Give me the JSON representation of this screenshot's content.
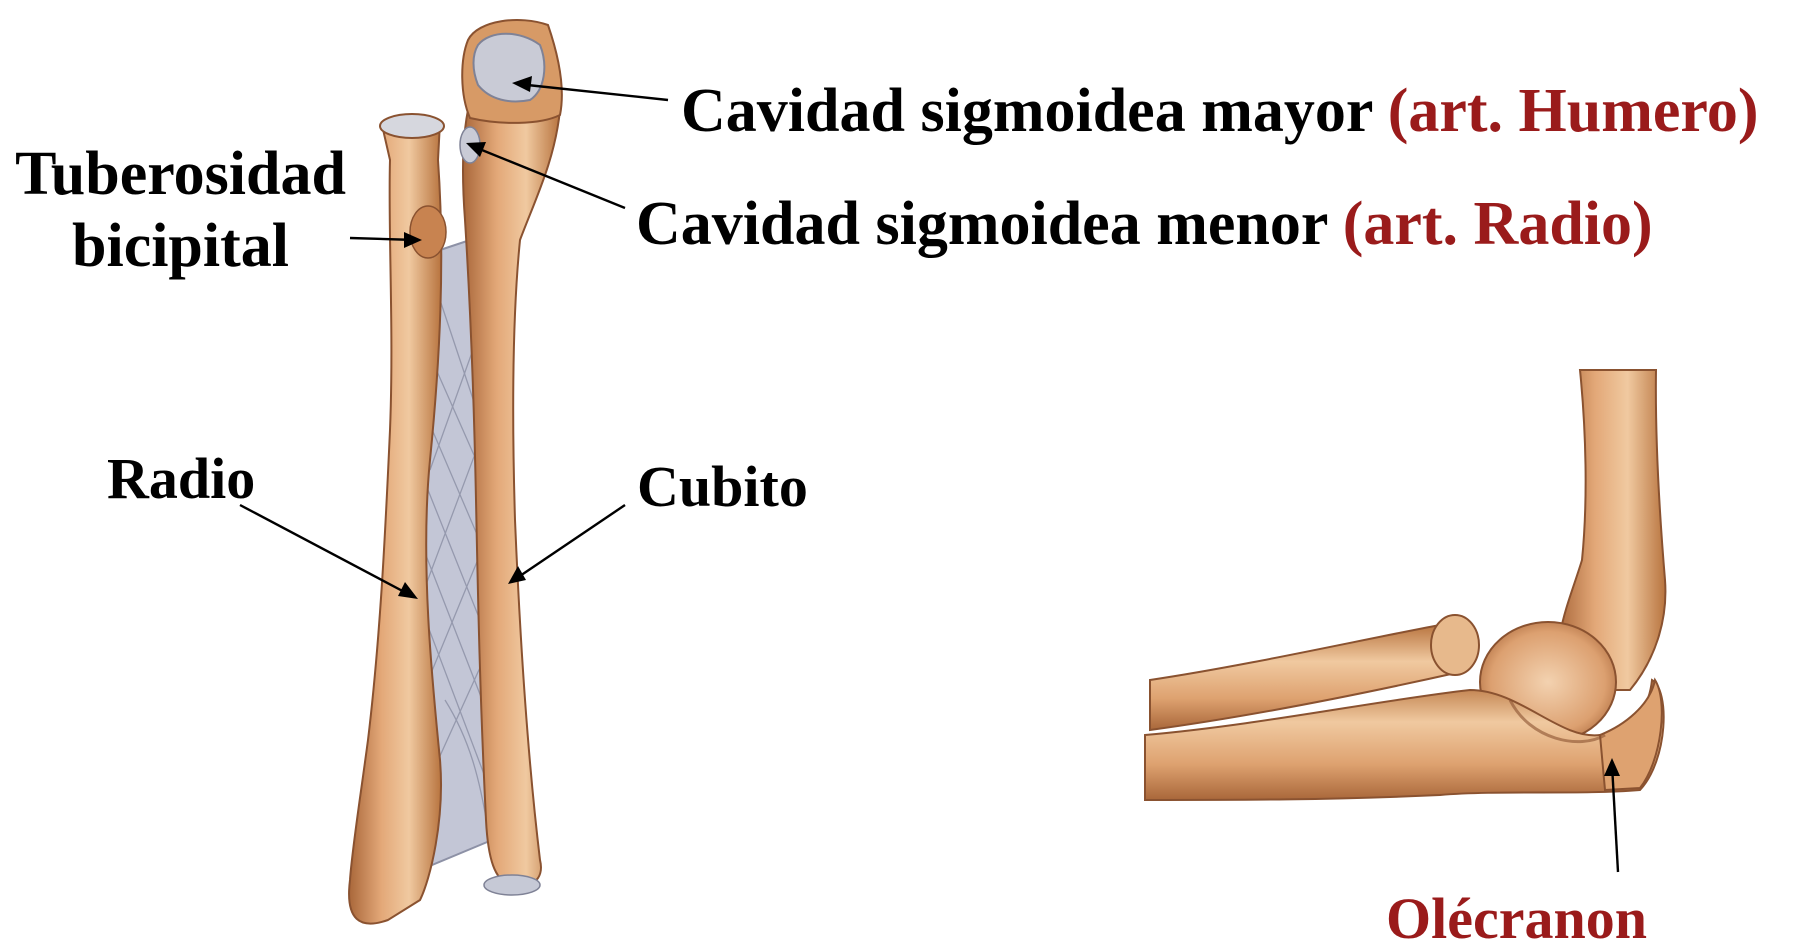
{
  "colors": {
    "text": "#000000",
    "accent": "#9a1b1b",
    "bone": "#d39a6a",
    "bone_dark": "#a9673a",
    "bone_light": "#f0c9a0",
    "cartilage": "#c9cbd6",
    "membrane": "#bfc3d2"
  },
  "labels": {
    "sigmoid_major": {
      "name": "Cavidad sigmoidea mayor",
      "note": "(art. Humero)"
    },
    "sigmoid_minor": {
      "name": "Cavidad sigmoidea menor",
      "note": "(art. Radio)"
    },
    "tuberosity_line1": "Tuberosidad",
    "tuberosity_line2": "bicipital",
    "radius": "Radio",
    "ulna": "Cubito",
    "olecranon": "Olécranon"
  }
}
